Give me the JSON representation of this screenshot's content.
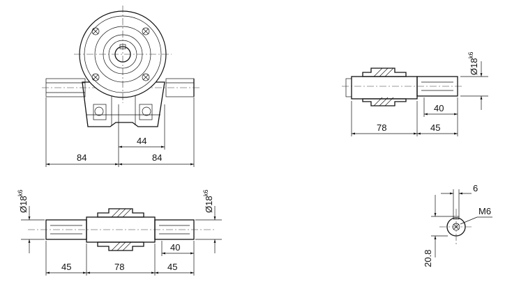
{
  "front_view": {
    "dim_total_left": "84",
    "dim_total_right": "84",
    "dim_offset": "44"
  },
  "side_view": {
    "diameter_label": "Ø18",
    "tolerance": "k6",
    "dim_body": "78",
    "dim_shaft": "45",
    "dim_key": "40"
  },
  "bottom_view": {
    "diameter_left_label": "Ø18",
    "diameter_left_tol": "k6",
    "diameter_right_label": "Ø18",
    "diameter_right_tol": "k6",
    "dim_left_shaft": "45",
    "dim_body": "78",
    "dim_right_shaft": "45",
    "dim_key": "40"
  },
  "shaft_end_detail": {
    "dim_key_width": "6",
    "dim_height": "20.8",
    "thread": "M6"
  }
}
